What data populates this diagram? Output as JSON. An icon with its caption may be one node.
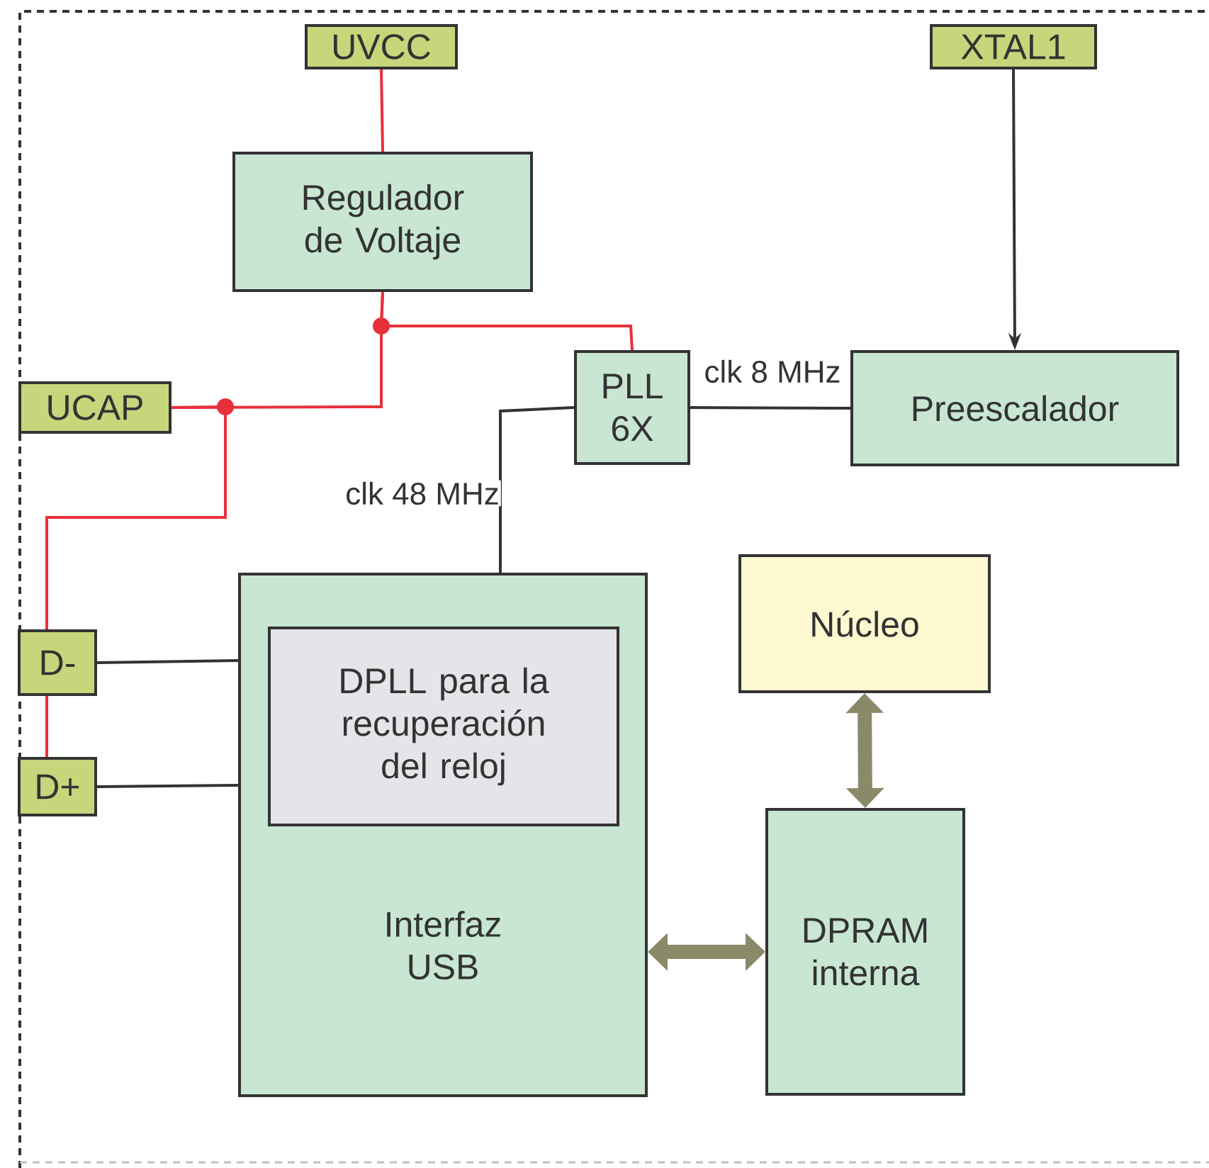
{
  "diagram": {
    "nodes": [
      {
        "text": [
          "UVCC"
        ]
      },
      {
        "text": [
          "XTAL1"
        ]
      },
      {
        "text": [
          "Regulador de Voltaje"
        ]
      },
      {
        "text": [
          "UCAP"
        ]
      },
      {
        "text": [
          "PLL 6X"
        ]
      },
      {
        "text": [
          "Preescalador"
        ]
      },
      {
        "text": [
          "Interfaz USB"
        ]
      },
      {
        "text": [
          "DPLL para la recuperación del reloj"
        ],
        "in": 6
      },
      {
        "text": [
          "Núcleo"
        ]
      },
      {
        "text": [
          "D-"
        ]
      },
      {
        "text": [
          "D+"
        ]
      },
      {
        "text": [
          "DPRAM interna"
        ]
      }
    ],
    "edges": [
      {
        "from": 0,
        "to": 2,
        "arrow": "none",
        "color": "#e8303a"
      },
      {
        "from": 2,
        "to": 4,
        "arrow": "none",
        "color": "#e8303a"
      },
      {
        "from": 2,
        "to": 3,
        "arrow": "none",
        "color": "#e8303a"
      },
      {
        "from": 3,
        "to": 9,
        "arrow": "none",
        "color": "#e8303a"
      },
      {
        "from": 9,
        "to": 10,
        "arrow": "none",
        "color": "#e8303a"
      },
      {
        "from": 1,
        "to": 5,
        "arrow": "to",
        "color": "#333333"
      },
      {
        "from": 4,
        "to": 5,
        "arrow": "none",
        "label": "clk 8 MHz",
        "color": "#333333"
      },
      {
        "from": 4,
        "to": 6,
        "arrow": "none",
        "label": "clk 48 MHz",
        "color": "#333333"
      },
      {
        "from": 9,
        "to": 6,
        "arrow": "none",
        "color": "#333333"
      },
      {
        "from": 10,
        "to": 6,
        "arrow": "none",
        "color": "#333333"
      },
      {
        "from": 8,
        "to": 11,
        "arrow": "both",
        "style": "thick",
        "color": "#8b8a68"
      },
      {
        "from": 6,
        "to": 11,
        "arrow": "both",
        "style": "thick",
        "color": "#8b8a68"
      }
    ]
  }
}
